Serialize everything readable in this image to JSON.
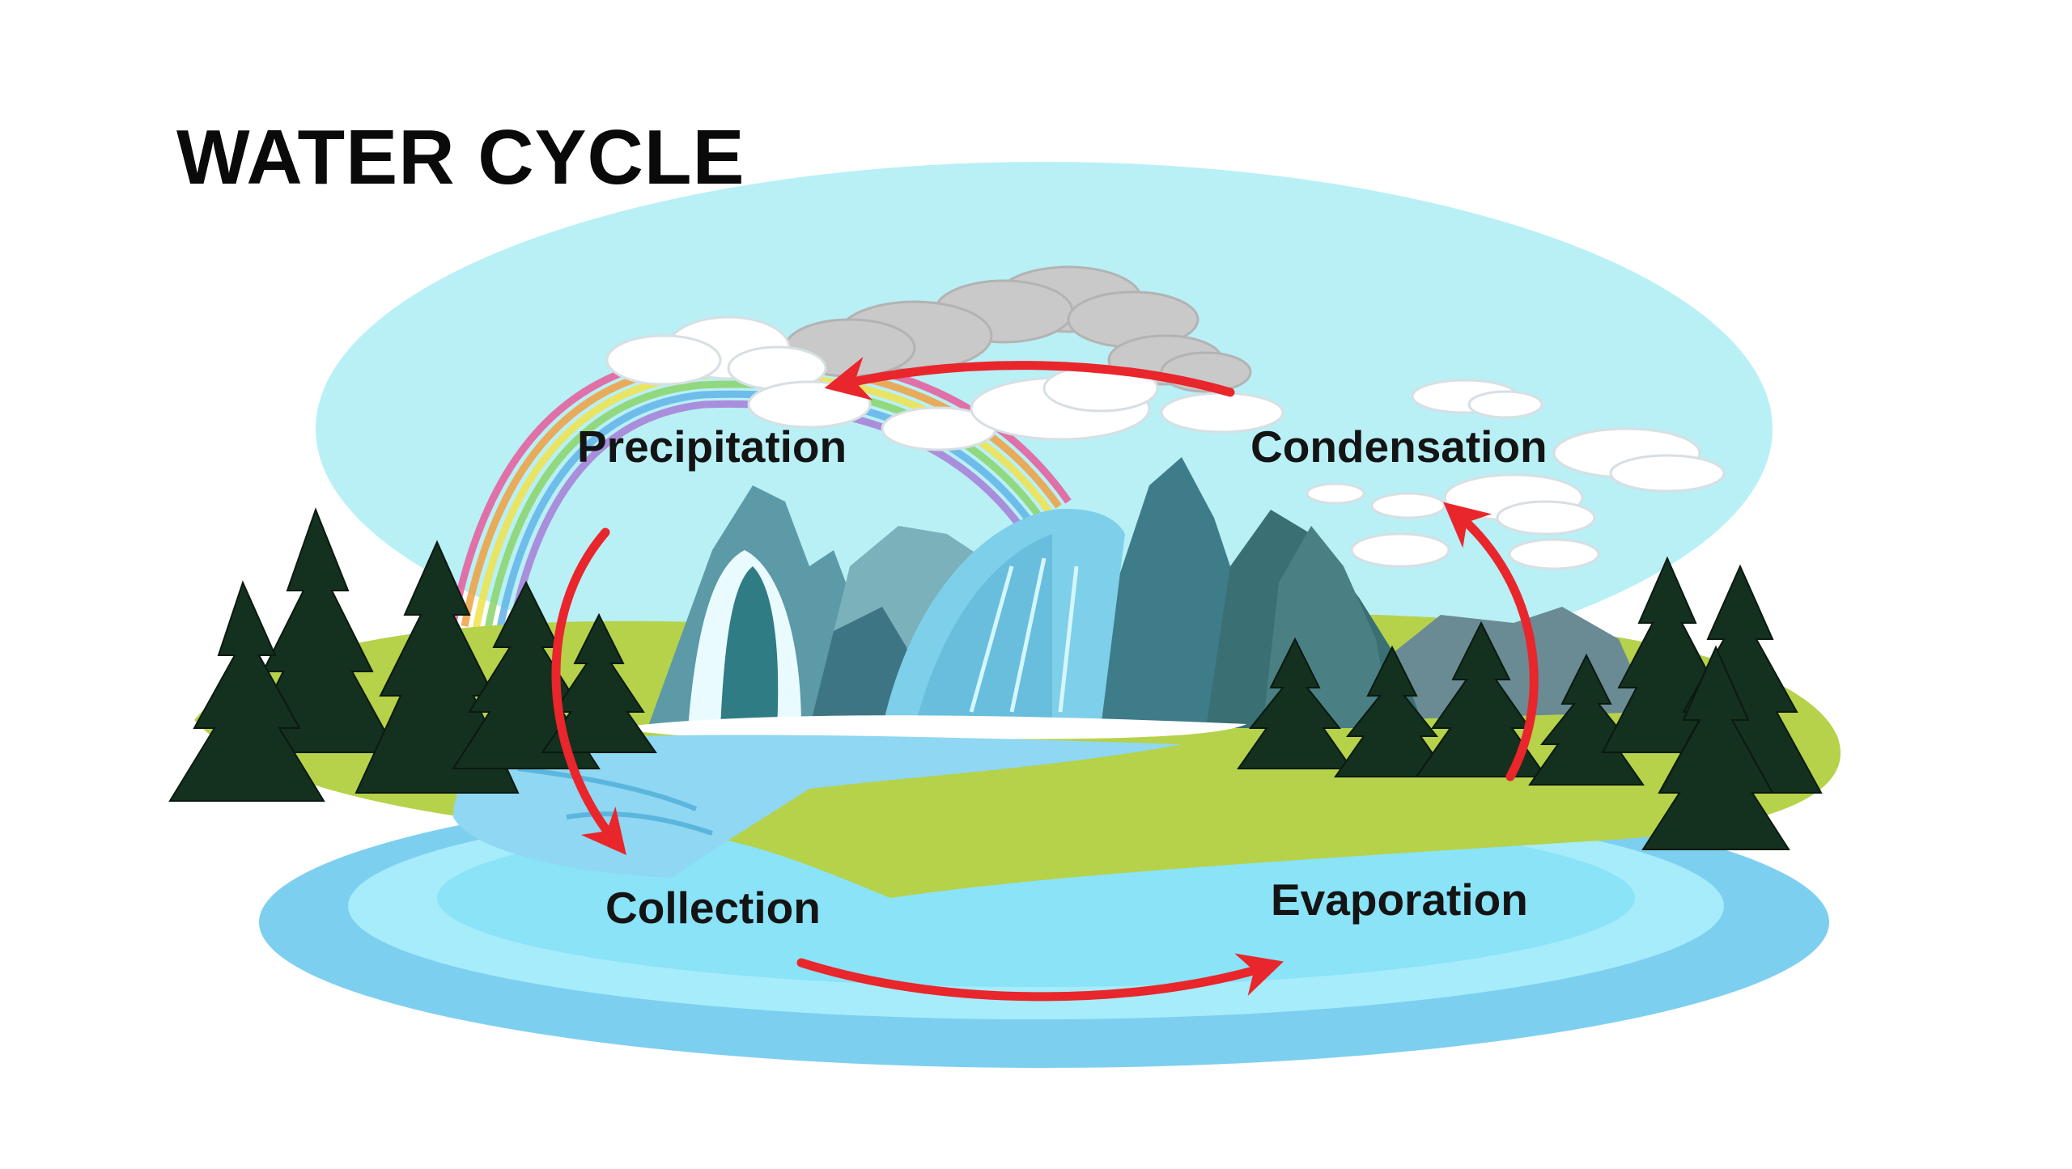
{
  "title": "WATER CYCLE",
  "stages": {
    "precipitation": "Precipitation",
    "condensation": "Condensation",
    "collection": "Collection",
    "evaporation": "Evaporation"
  },
  "colors": {
    "sky": "#b8f0f6",
    "arrow": "#e8262b",
    "grass": "#b5d24a",
    "lake": "#7dcff0",
    "mountain": "#3f7c8a",
    "tree": "#14301e"
  }
}
